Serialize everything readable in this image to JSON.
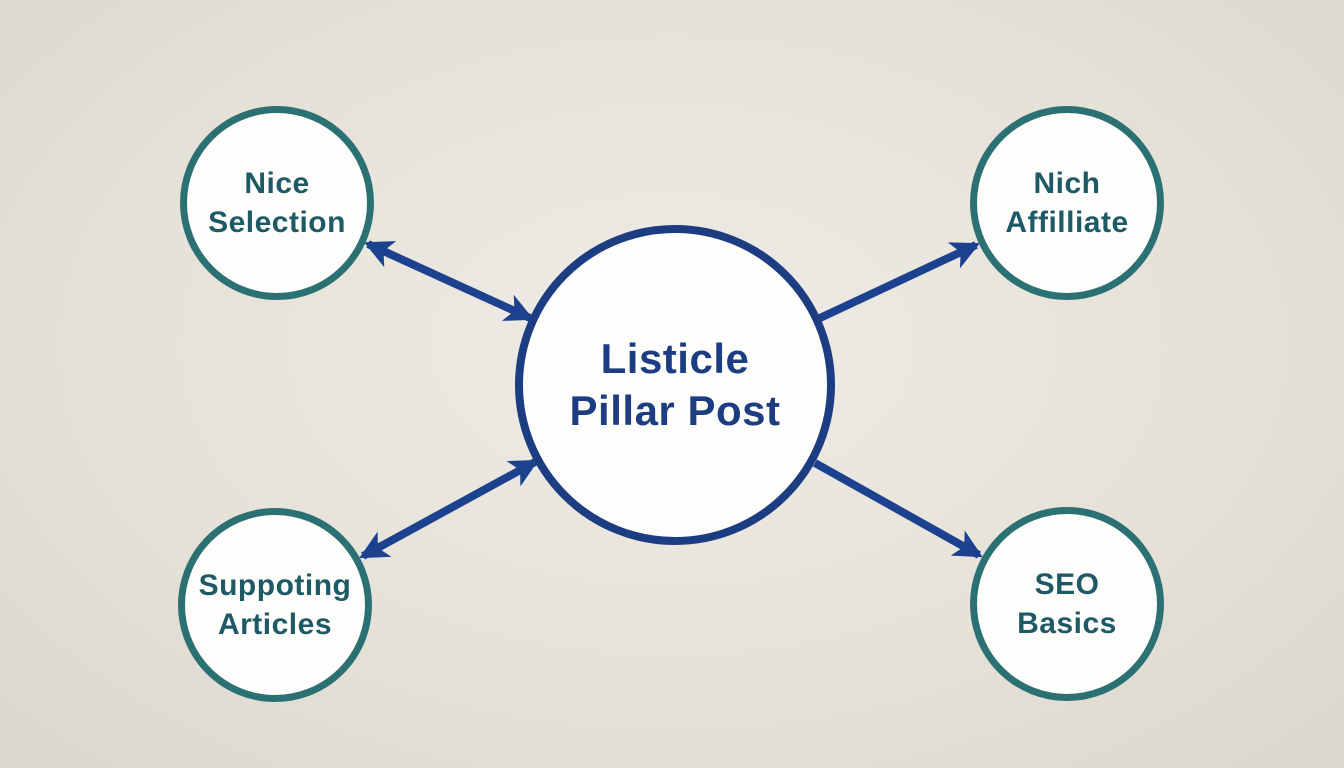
{
  "diagram": {
    "type": "mind-map",
    "center_node": {
      "label": "Listicle\nPillar Post"
    },
    "satellite_nodes": [
      {
        "label": "Nice\nSelection",
        "position": "top-left",
        "connector": "double-headed-arrow"
      },
      {
        "label": "Nich\nAffilliate",
        "position": "top-right",
        "connector": "arrow-to-satellite"
      },
      {
        "label": "Suppoting\nArticles",
        "position": "bottom-left",
        "connector": "double-headed-arrow"
      },
      {
        "label": "SEO\nBasics",
        "position": "bottom-right",
        "connector": "arrow-to-satellite"
      }
    ],
    "colors": {
      "background": "#e6e2d9",
      "node_fill": "#fdfdfb",
      "satellite_border": "#2b7073",
      "satellite_text": "#1e5a66",
      "center_border": "#1d3d82",
      "center_text": "#1d3d82",
      "arrow": "#1c418f"
    }
  }
}
